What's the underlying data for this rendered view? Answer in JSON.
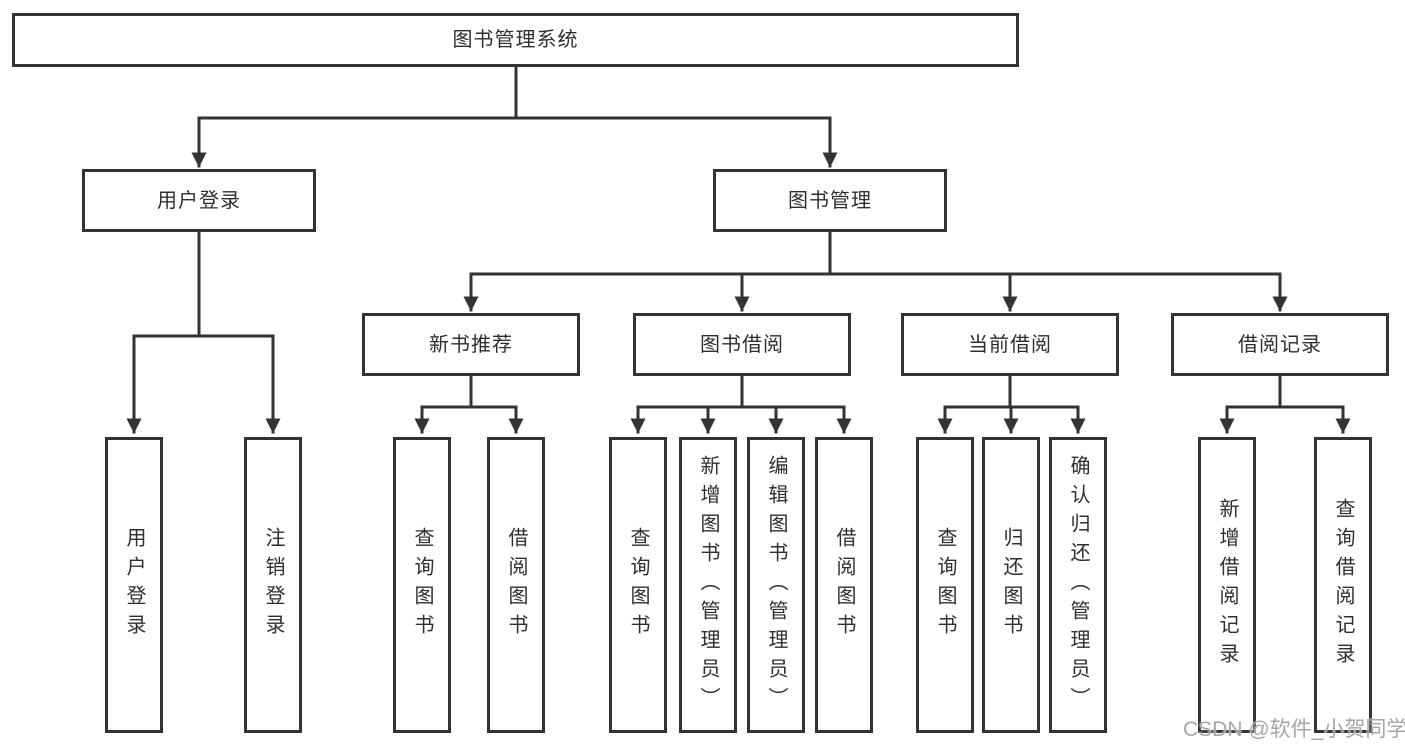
{
  "diagram": {
    "root": {
      "label": "图书管理系统"
    },
    "login_branch": {
      "label": "用户登录",
      "children": [
        {
          "label": "用户登录"
        },
        {
          "label": "注销登录"
        }
      ]
    },
    "management_branch": {
      "label": "图书管理",
      "sections": [
        {
          "label": "新书推荐",
          "children": [
            {
              "label": "查询图书"
            },
            {
              "label": "借阅图书"
            }
          ]
        },
        {
          "label": "图书借阅",
          "children": [
            {
              "label": "查询图书"
            },
            {
              "label": "新增图书（管理员）"
            },
            {
              "label": "编辑图书（管理员）"
            },
            {
              "label": "借阅图书"
            }
          ]
        },
        {
          "label": "当前借阅",
          "children": [
            {
              "label": "查询图书"
            },
            {
              "label": "归还图书"
            },
            {
              "label": "确认归还（管理员）"
            }
          ]
        },
        {
          "label": "借阅记录",
          "children": [
            {
              "label": "新增借阅记录"
            },
            {
              "label": "查询借阅记录"
            }
          ]
        }
      ]
    }
  },
  "watermark": {
    "text": "CSDN @软件_小贺同学"
  },
  "colors": {
    "line": "#333333",
    "text": "#2f2f2f",
    "watermark": "#a6a6a6",
    "background": "#ffffff"
  }
}
